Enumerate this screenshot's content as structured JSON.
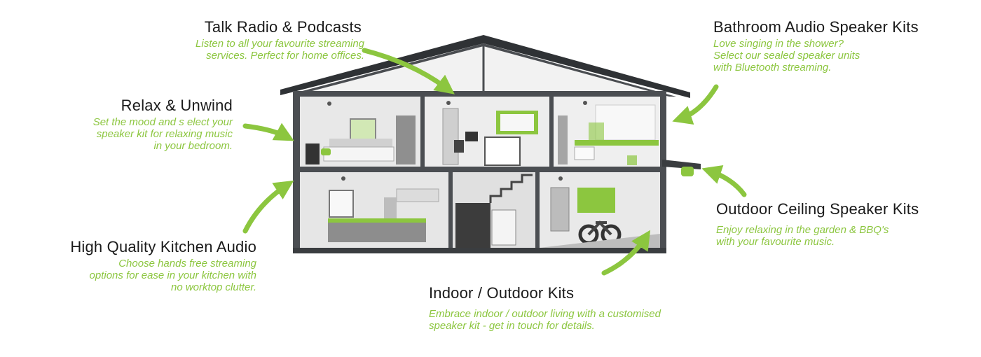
{
  "colors": {
    "accent": "#8cc63f",
    "heading": "#1a1a1a",
    "roof": "#3a3d40",
    "wall": "#4b4e52",
    "room": "#e6e6e6"
  },
  "callouts": {
    "talk_radio": {
      "title": "Talk Radio & Podcasts",
      "line1": "Listen to all your favourite  streaming",
      "line2": "services. Perfect for home offices."
    },
    "relax": {
      "title": "Relax & Unwind",
      "line1": "Set the mood and s elect your",
      "line2": "speaker kit for relaxing music",
      "line3": "in your bedroom."
    },
    "kitchen": {
      "title": "High Quality Kitchen Audio",
      "line1": "Choose hands free streaming",
      "line2": "options for ease in your kitchen with",
      "line3": "no worktop clutter."
    },
    "bathroom": {
      "title": "Bathroom Audio Speaker Kits",
      "line1": "Love singing in the shower?",
      "line2": "Select our sealed speaker units",
      "line3": "with Bluetooth streaming."
    },
    "outdoor_ceiling": {
      "title": "Outdoor Ceiling Speaker Kits",
      "line1": "Enjoy relaxing in the garden & BBQ's",
      "line2": "with your favourite music."
    },
    "indoor_outdoor": {
      "title": "Indoor / Outdoor Kits",
      "line1": "Embrace indoor / outdoor living with a customised",
      "line2": "speaker kit - get in touch for details."
    }
  }
}
